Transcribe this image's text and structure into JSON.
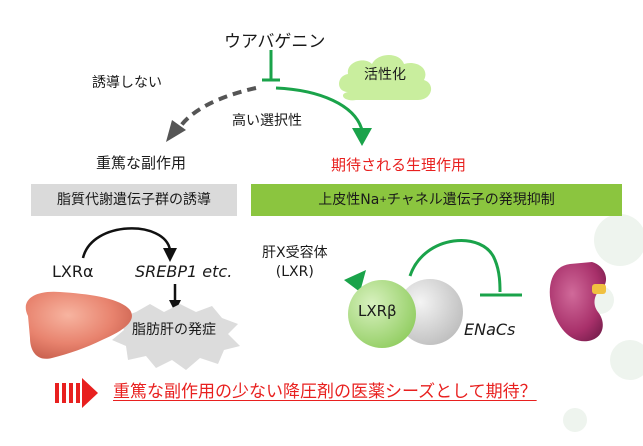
{
  "compound": {
    "name": "ウアバゲニン"
  },
  "left_path": {
    "no_induction_label": "誘導しない",
    "heading": "重篤な副作用",
    "box_label": "脂質代謝遺伝子群の誘導",
    "lxr_alpha": "LXRα",
    "target_gene": "SREBP1 etc.",
    "outcome": "脂肪肝の発症"
  },
  "right_path": {
    "activation_label": "活性化",
    "heading": "期待される生理作用",
    "box_label_prefix": "上皮性Na",
    "box_label_sup": "+",
    "box_label_suffix": "チャネル遺伝子の発現抑制",
    "receptor_label_line1": "肝X受容体",
    "receptor_label_line2": "(LXR)",
    "lxr_beta": "LXRβ",
    "target_gene": "ENaCs"
  },
  "center": {
    "selectivity_label": "高い選択性"
  },
  "conclusion": {
    "text": "重篤な副作用の少ない降圧剤の医薬シーズとして期待？"
  },
  "colors": {
    "accent_red": "#e8201f",
    "green_arrow": "#1aa34a",
    "green_box": "#8bc53f",
    "gray_box": "#dadada",
    "cloud": "#c9ee9e",
    "lxr_beta_circle": "#a9dc7a",
    "partner_circle": "#d8d8d8",
    "liver": "#e8836e",
    "kidney": "#a8306a",
    "dashed_arrow": "#555555"
  },
  "icons": [
    "liver-icon",
    "kidney-icon",
    "cloud-icon",
    "starburst-icon",
    "arrow-right-icon"
  ]
}
